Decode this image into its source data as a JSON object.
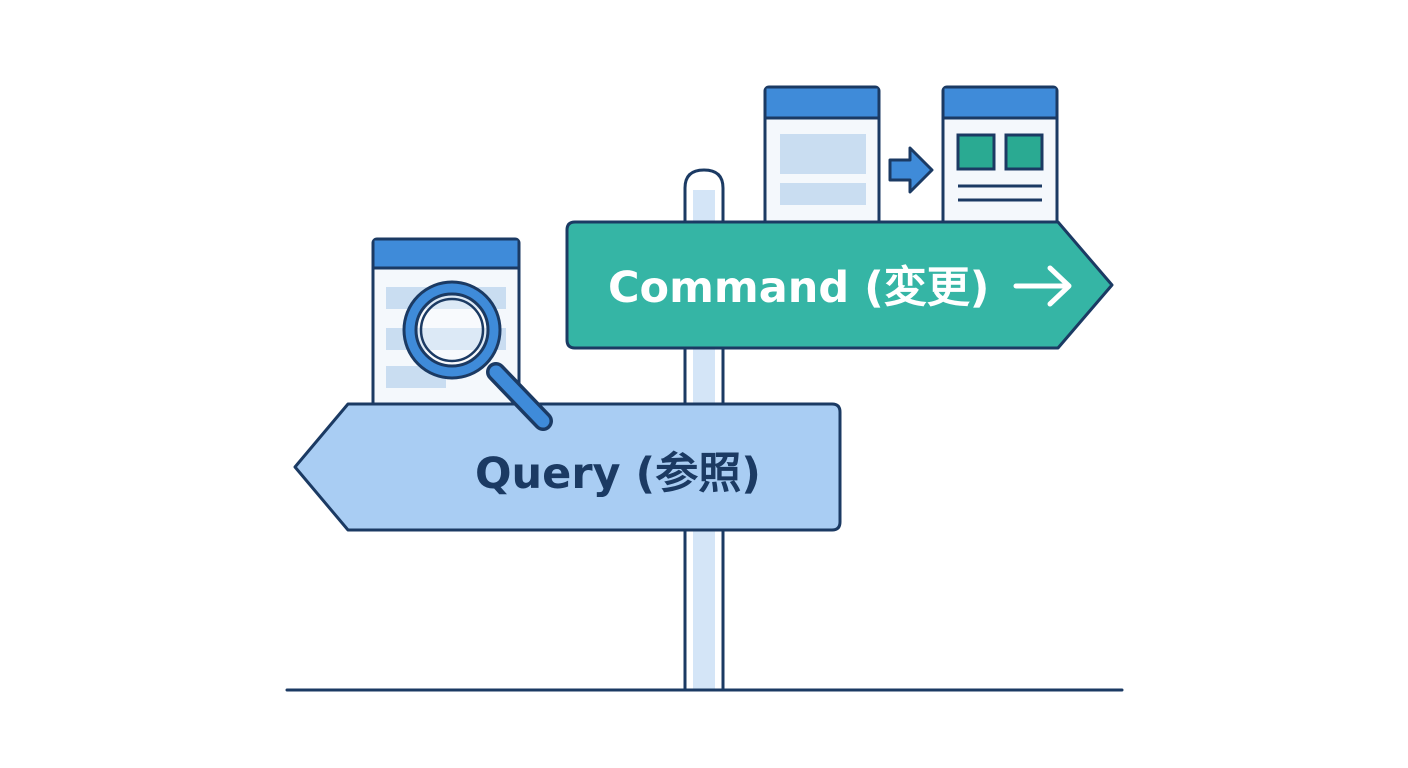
{
  "signs": {
    "command": {
      "label": "Command (変更)",
      "arrow_glyph": "→",
      "direction": "right"
    },
    "query": {
      "label": "Query (参照)",
      "direction": "left"
    }
  },
  "icons": {
    "command_icons": [
      "window-icon",
      "arrow-right-icon",
      "window-grid-icon"
    ],
    "query_icons": [
      "document-icon",
      "magnifier-icon"
    ]
  },
  "colors": {
    "outline": "#1b3a63",
    "command_fill": "#35b5a5",
    "query_fill": "#a9cdf3",
    "window_header": "#3f8bd9",
    "window_body": "#f4f8fc",
    "window_bar": "#c9ddf1",
    "tile_fill": "#2aaa92",
    "post_fill": "#d4e5f7",
    "text_on_command": "#ffffff",
    "text_on_query": "#1b3a63"
  }
}
